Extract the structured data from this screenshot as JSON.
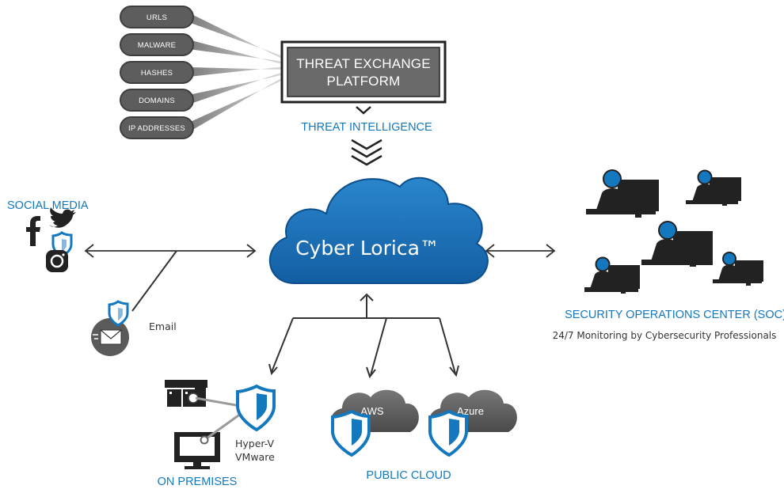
{
  "sources": [
    "URLS",
    "MALWARE",
    "HASHES",
    "DOMAINS",
    "IP ADDRESSES"
  ],
  "platform": {
    "line1": "THREAT EXCHANGE",
    "line2": "PLATFORM"
  },
  "threat_intelligence": "THREAT INTELLIGENCE",
  "core": {
    "name": "Cyber Lorica™"
  },
  "social_media": "SOCIAL MEDIA",
  "email": "Email",
  "soc": {
    "title": "SECURITY OPERATIONS CENTER (SOC)",
    "subtitle": "24/7 Monitoring by Cybersecurity Professionals"
  },
  "on_premises": {
    "label": "ON PREMISES",
    "hypervisors": [
      "Hyper-V",
      "VMware"
    ]
  },
  "public_cloud": {
    "label": "PUBLIC CLOUD",
    "providers": [
      "AWS",
      "Azure"
    ]
  },
  "colors": {
    "blue": "#1478bf",
    "cloud": "#1a6fb8",
    "gray": "#6a6a6a",
    "dark": "#222222"
  },
  "icons": [
    "facebook-icon",
    "twitter-icon",
    "instagram-icon",
    "shield-icon",
    "envelope-icon",
    "server-icon",
    "monitor-icon",
    "analyst-icon"
  ]
}
